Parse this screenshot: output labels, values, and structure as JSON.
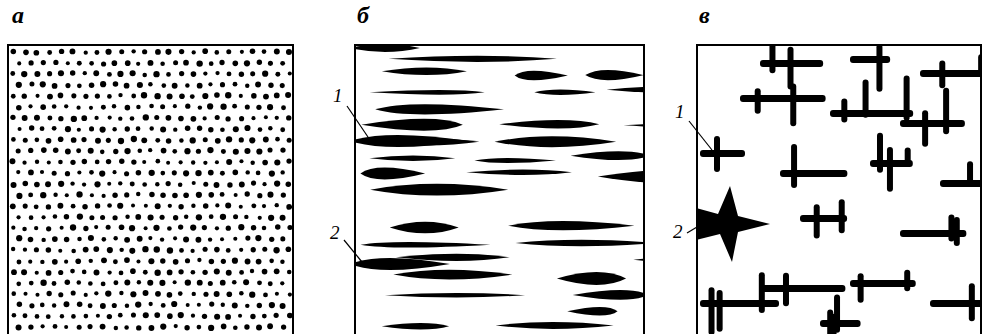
{
  "diagram": {
    "labels": [
      "а",
      "б",
      "в",
      "1",
      "2",
      "1",
      "2"
    ]
  }
}
